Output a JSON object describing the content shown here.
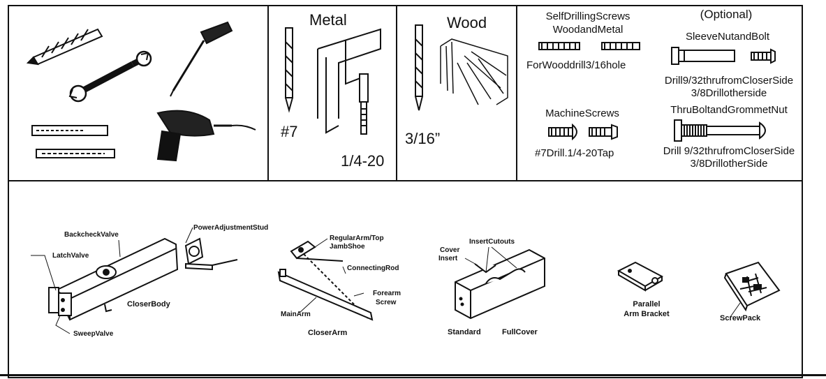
{
  "top": {
    "metal": {
      "title": "Metal",
      "drill_label": "#7",
      "tap_label": "1/4-20"
    },
    "wood": {
      "title": "Wood",
      "drill_label": "3/16”"
    },
    "screws": {
      "self_drilling_title_1": "SelfDrillingScrews",
      "self_drilling_title_2": "WoodandMetal",
      "self_drilling_note": "ForWooddrill3/16hole",
      "machine_title": "MachineScrews",
      "machine_note": "#7Drill.1/4-20Tap"
    },
    "optional": {
      "heading": "(Optional)",
      "sleeve_title": "SleeveNutandBolt",
      "sleeve_note_1": "Drill9/32thrufromCloserSide",
      "sleeve_note_2": "3/8Drillotherside",
      "thru_title": "ThruBoltandGrommetNut",
      "thru_note_1": "Drill 9/32thrufromCloserSide",
      "thru_note_2": "3/8DrillotherSide"
    }
  },
  "bottom": {
    "closer": {
      "backcheck": "BackcheckValve",
      "power": "PowerAdjustmentStud",
      "latch": "LatchValve",
      "body": "CloserBody",
      "sweep": "SweepValve"
    },
    "arm": {
      "regular_1": "RegularArm/Top",
      "regular_2": "JambShoe",
      "rod": "ConnectingRod",
      "forearm_1": "Forearm",
      "forearm_2": "Screw",
      "main": "MainArm",
      "title": "CloserArm"
    },
    "cover": {
      "insert_cutouts": "InsertCutouts",
      "cover_insert_1": "Cover",
      "cover_insert_2": "Insert",
      "standard": "Standard",
      "full": "FullCover"
    },
    "bracket": {
      "line1": "Parallel",
      "line2": "Arm Bracket"
    },
    "pack": {
      "title": "ScrewPack"
    }
  }
}
